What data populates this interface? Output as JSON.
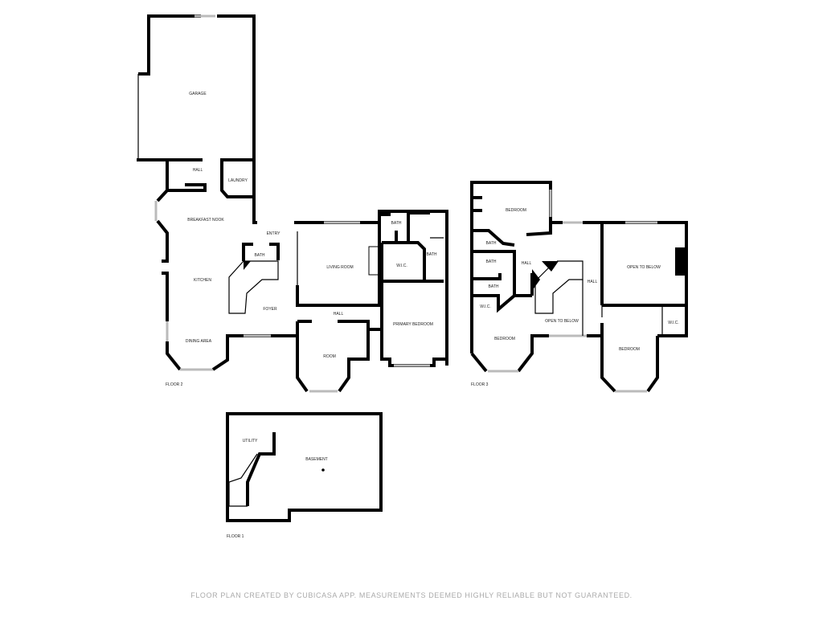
{
  "floor2": {
    "label": "FLOOR 2",
    "rooms": {
      "garage": "GARAGE",
      "hall_top": "HALL",
      "laundry": "LAUNDRY",
      "breakfast_nook": "BREAKFAST NOOK",
      "entry": "ENTRY",
      "bath_stair": "BATH",
      "kitchen": "KITCHEN",
      "living_room": "LIVING ROOM",
      "bath_top": "BATH",
      "wic": "W.I.C.",
      "bath_primary": "BATH",
      "foyer": "FOYER",
      "hall": "HALL",
      "primary_bedroom": "PRIMARY BEDROOM",
      "dining_area": "DINING AREA",
      "room": "ROOM"
    }
  },
  "floor3": {
    "label": "FLOOR 3",
    "rooms": {
      "bedroom_top": "BEDROOM",
      "bath1": "BATH",
      "bath2": "BATH",
      "bath3": "BATH",
      "hall_left": "HALL",
      "hall_right": "HALL",
      "open_to_below_right": "OPEN TO BELOW",
      "wic_left": "W.I.C.",
      "open_to_below_stair": "OPEN TO BELOW",
      "wic_right": "W.I.C.",
      "bedroom_left": "BEDROOM",
      "bedroom_right": "BEDROOM"
    }
  },
  "floor1": {
    "label": "FLOOR 1",
    "rooms": {
      "utility": "UTILITY",
      "basement": "BASEMENT"
    }
  },
  "disclaimer": "FLOOR PLAN CREATED BY CUBICASA APP. MEASUREMENTS DEEMED HIGHLY RELIABLE BUT NOT GUARANTEED."
}
